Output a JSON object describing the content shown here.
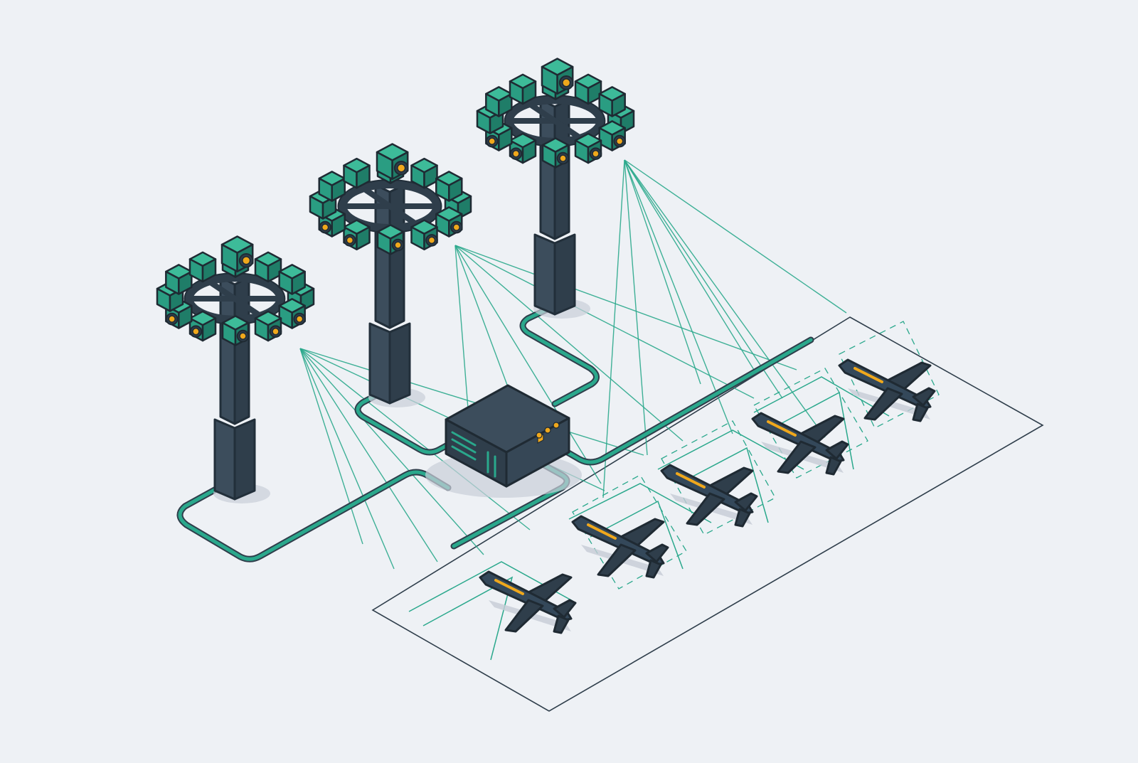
{
  "scene": {
    "background": "#eef1f5",
    "accent": "#2aa88c",
    "camera_green": "#2a9d82",
    "lens_orange": "#f0a81c",
    "structure_dark": "#2f3e4b"
  },
  "towers": [
    {
      "id": "tower-left",
      "icon": "camera-tower-icon"
    },
    {
      "id": "tower-middle",
      "icon": "camera-tower-icon"
    },
    {
      "id": "tower-right",
      "icon": "camera-tower-icon"
    }
  ],
  "hub": {
    "icon": "server-hub-icon"
  },
  "aircraft": [
    {
      "id": "plane-1",
      "icon": "airplane-icon"
    },
    {
      "id": "plane-2",
      "icon": "airplane-icon"
    },
    {
      "id": "plane-3",
      "icon": "airplane-icon"
    },
    {
      "id": "plane-4",
      "icon": "airplane-icon"
    },
    {
      "id": "plane-5",
      "icon": "airplane-icon"
    }
  ]
}
